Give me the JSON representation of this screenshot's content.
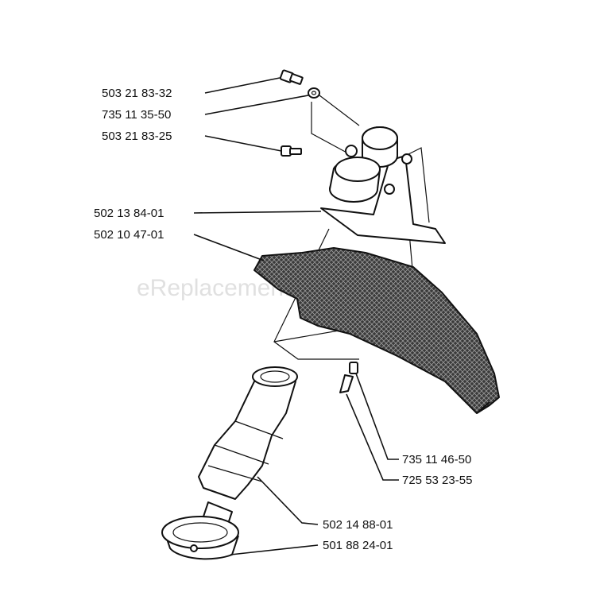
{
  "watermark": "eReplacementParts.com",
  "parts": [
    {
      "id": "p1",
      "number": "503 21 83-32"
    },
    {
      "id": "p2",
      "number": "735 11 35-50"
    },
    {
      "id": "p3",
      "number": "503 21 83-25"
    },
    {
      "id": "p4",
      "number": "502 13 84-01"
    },
    {
      "id": "p5",
      "number": "502 10 47-01"
    },
    {
      "id": "p6",
      "number": "735 11 46-50"
    },
    {
      "id": "p7",
      "number": "725 53 23-55"
    },
    {
      "id": "p8",
      "number": "502 14 88-01"
    },
    {
      "id": "p9",
      "number": "501 88 24-01"
    }
  ]
}
